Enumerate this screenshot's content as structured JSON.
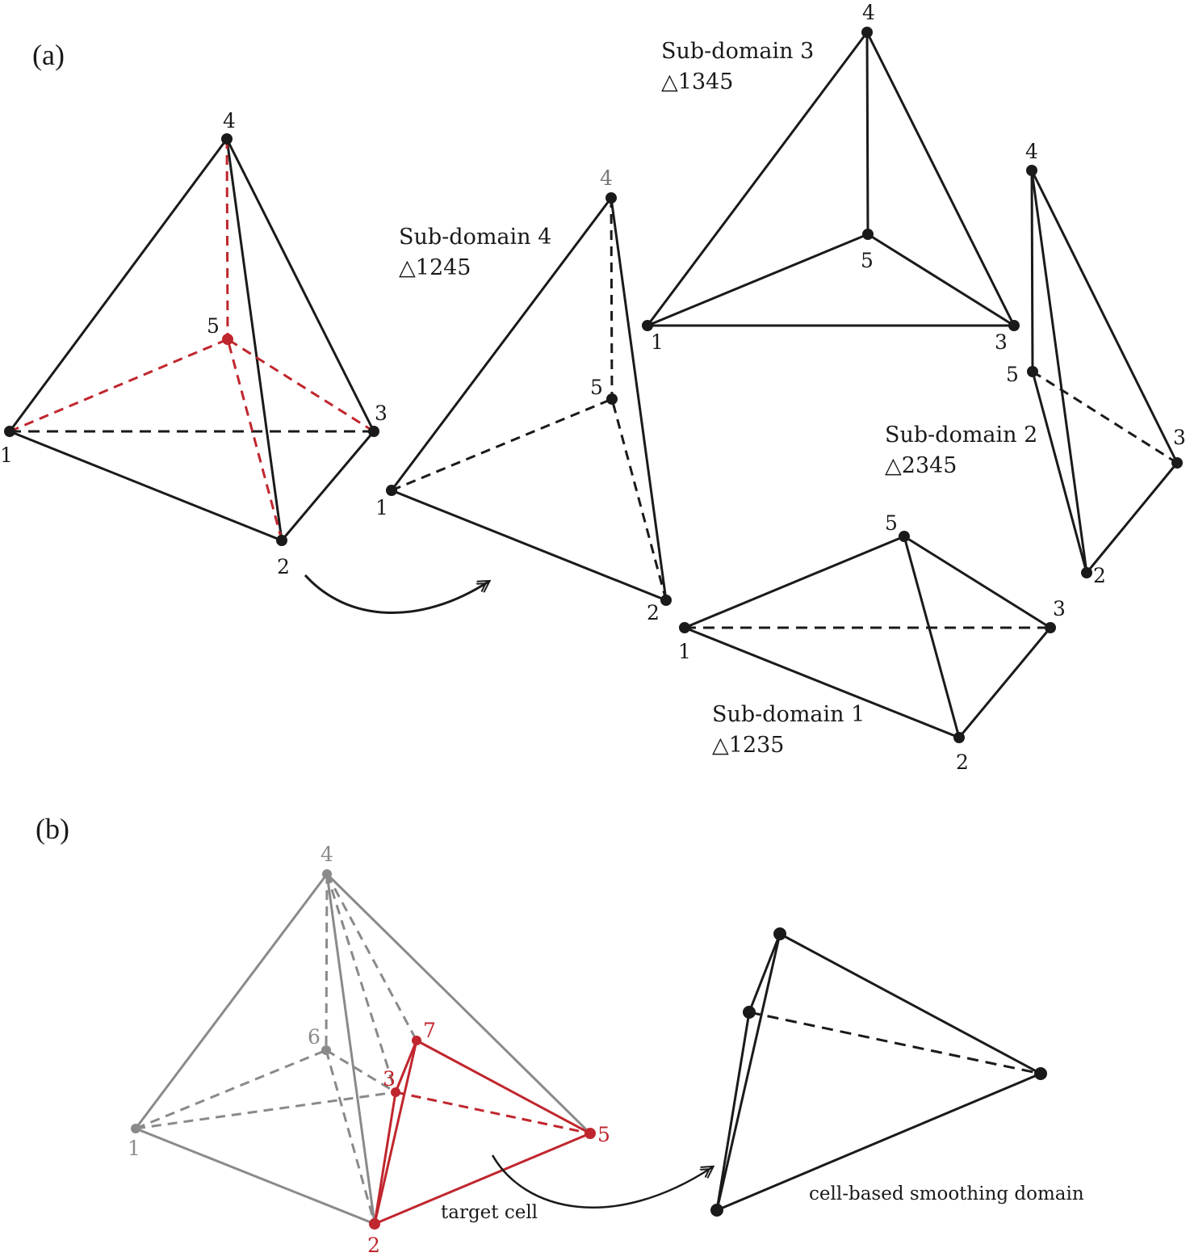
{
  "panel_a": {
    "label": "(a)",
    "main_tetra": {
      "v1": "1",
      "v2": "2",
      "v3": "3",
      "v4": "4",
      "v5": "5"
    },
    "sub_domain_4": {
      "name": "Sub-domain 4",
      "tri": "△1245",
      "v1": "1",
      "v2": "2",
      "v4": "4",
      "v5": "5"
    },
    "sub_domain_3": {
      "name": "Sub-domain 3",
      "tri": "△1345",
      "v1": "1",
      "v3": "3",
      "v4": "4",
      "v5": "5"
    },
    "sub_domain_2": {
      "name": "Sub-domain 2",
      "tri": "△2345",
      "v2": "2",
      "v3": "3",
      "v4": "4",
      "v5": "5"
    },
    "sub_domain_1": {
      "name": "Sub-domain 1",
      "tri": "△1235",
      "v1": "1",
      "v2": "2",
      "v3": "3",
      "v5": "5"
    }
  },
  "panel_b": {
    "label": "(b)",
    "v1": "1",
    "v2": "2",
    "v3": "3",
    "v4": "4",
    "v5": "5",
    "v6": "6",
    "v7": "7",
    "target_cell": "target cell",
    "smoothing_domain": "cell-based smoothing domain"
  },
  "colors": {
    "black": "#1a1a1a",
    "red": "#c0262d",
    "gray": "#8a8a8a"
  }
}
